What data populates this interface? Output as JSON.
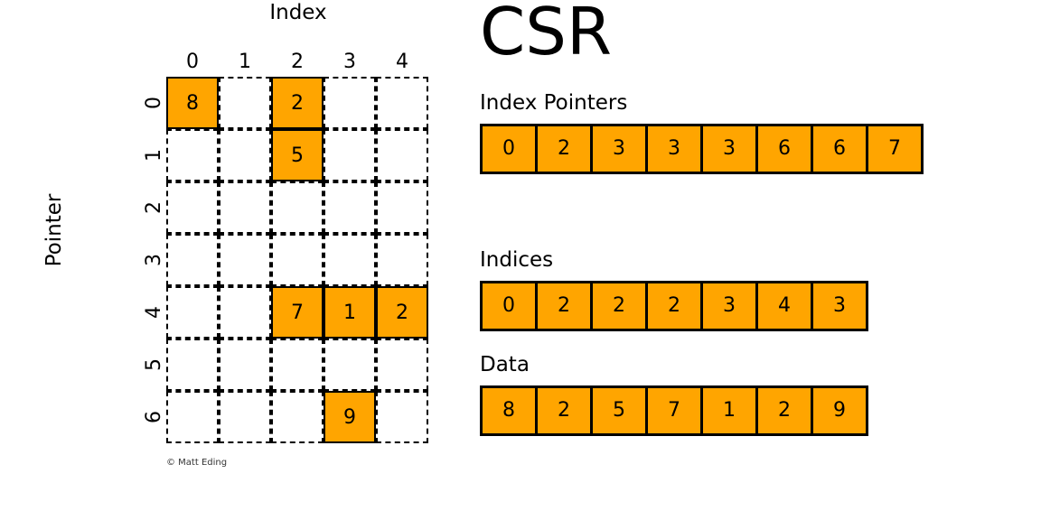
{
  "colors": {
    "accent": "#FFA500",
    "outline": "#000000",
    "background": "#FFFFFF"
  },
  "title": "CSR",
  "credit": "© Matt Eding",
  "matrix": {
    "index_axis_label": "Index",
    "pointer_axis_label": "Pointer",
    "column_headers": [
      "0",
      "1",
      "2",
      "3",
      "4"
    ],
    "row_headers": [
      "0",
      "1",
      "2",
      "3",
      "4",
      "5",
      "6"
    ],
    "n_rows": 7,
    "n_cols": 5,
    "cells": [
      {
        "row": 0,
        "col": 0,
        "value": "8"
      },
      {
        "row": 0,
        "col": 2,
        "value": "2"
      },
      {
        "row": 1,
        "col": 2,
        "value": "5"
      },
      {
        "row": 4,
        "col": 2,
        "value": "7"
      },
      {
        "row": 4,
        "col": 3,
        "value": "1"
      },
      {
        "row": 4,
        "col": 4,
        "value": "2"
      },
      {
        "row": 6,
        "col": 3,
        "value": "9"
      }
    ]
  },
  "arrays": {
    "index_pointers": {
      "label": "Index Pointers",
      "values": [
        "0",
        "2",
        "3",
        "3",
        "3",
        "6",
        "6",
        "7"
      ]
    },
    "indices": {
      "label": "Indices",
      "values": [
        "0",
        "2",
        "2",
        "2",
        "3",
        "4",
        "3"
      ]
    },
    "data": {
      "label": "Data",
      "values": [
        "8",
        "2",
        "5",
        "7",
        "1",
        "2",
        "9"
      ]
    }
  }
}
